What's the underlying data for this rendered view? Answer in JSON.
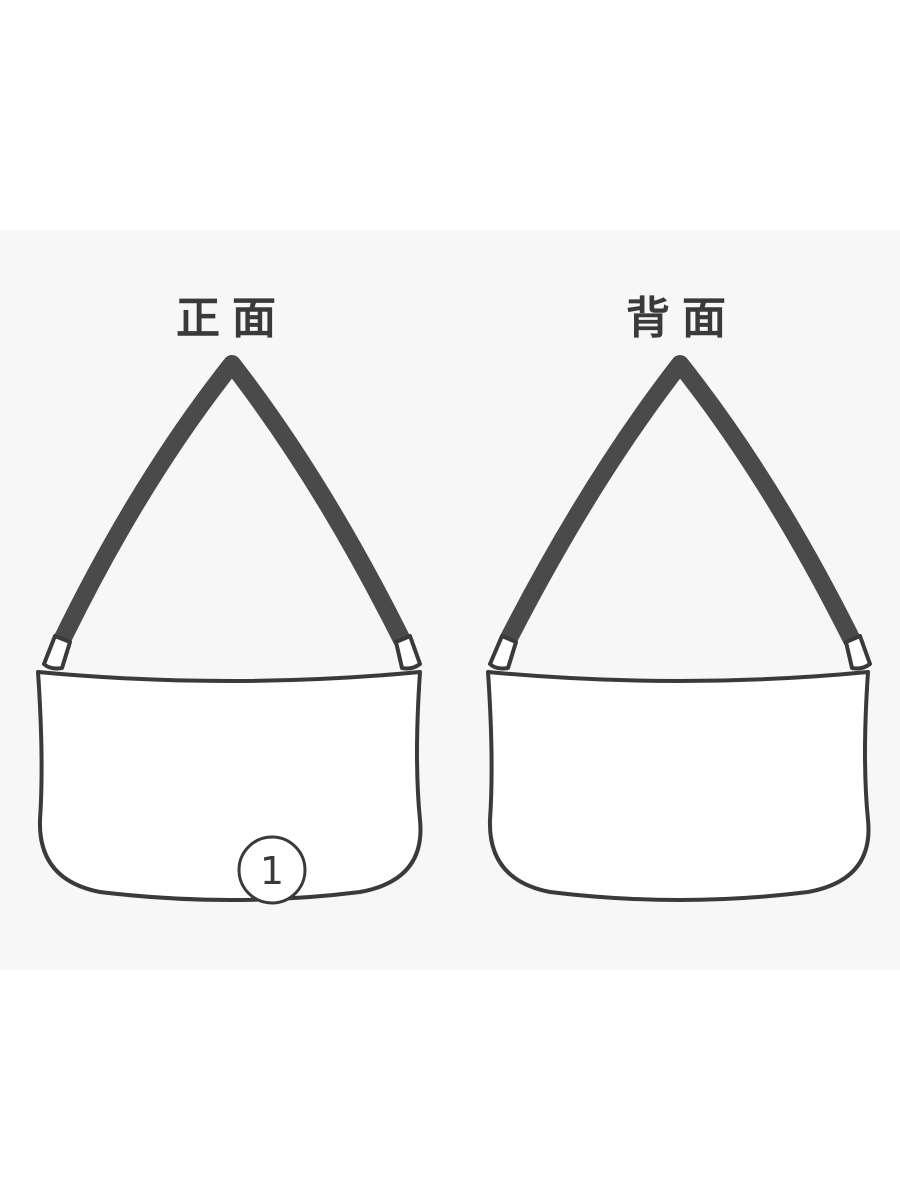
{
  "labels": {
    "front": "正面",
    "back": "背面"
  },
  "callouts": [
    {
      "number": "1"
    }
  ],
  "colors": {
    "outline": "#3a3a3a",
    "strap": "#4a4a4a",
    "background": "#f7f7f7",
    "bag_fill": "#ffffff"
  }
}
